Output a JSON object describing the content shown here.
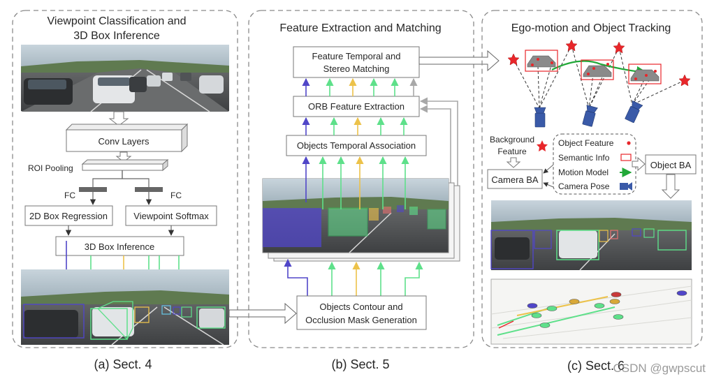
{
  "sections": {
    "a": {
      "title_line1": "Viewpoint Classification and",
      "title_line2": "3D Box Inference",
      "caption": "(a) Sect. 4"
    },
    "b": {
      "title": "Feature Extraction and Matching",
      "caption": "(b) Sect. 5"
    },
    "c": {
      "title": "Ego-motion and Object Tracking",
      "caption": "(c) Sect. 6"
    }
  },
  "a_nodes": {
    "conv": "Conv Layers",
    "roi": "ROI Pooling",
    "fc_left": "FC",
    "fc_right": "FC",
    "box2d": "2D Box Regression",
    "viewpoint": "Viewpoint Softmax",
    "box3d": "3D Box Inference"
  },
  "b_nodes": {
    "matching_line1": "Feature Temporal and",
    "matching_line2": "Stereo Matching",
    "orb": "ORB Feature Extraction",
    "assoc": "Objects Temporal Association",
    "contour_line1": "Objects Contour and",
    "contour_line2": "Occlusion Mask Generation"
  },
  "c_nodes": {
    "bg_line1": "Background",
    "bg_line2": "Feature",
    "camera_ba": "Camera BA",
    "object_ba": "Object BA",
    "legend": {
      "object_feature": "Object Feature",
      "semantic_info": "Semantic Info",
      "motion_model": "Motion Model",
      "camera_pose": "Camera Pose"
    }
  },
  "watermark": "CSDN @gwpscut",
  "colors": {
    "blue_track": "#5046c8",
    "green_track": "#5ee08a",
    "yellow_track": "#ecc24a",
    "gray_track": "#a8a8a8",
    "red_marker": "#e8262a",
    "motion_green": "#22a838",
    "camera_blue": "#3a5aa8"
  }
}
